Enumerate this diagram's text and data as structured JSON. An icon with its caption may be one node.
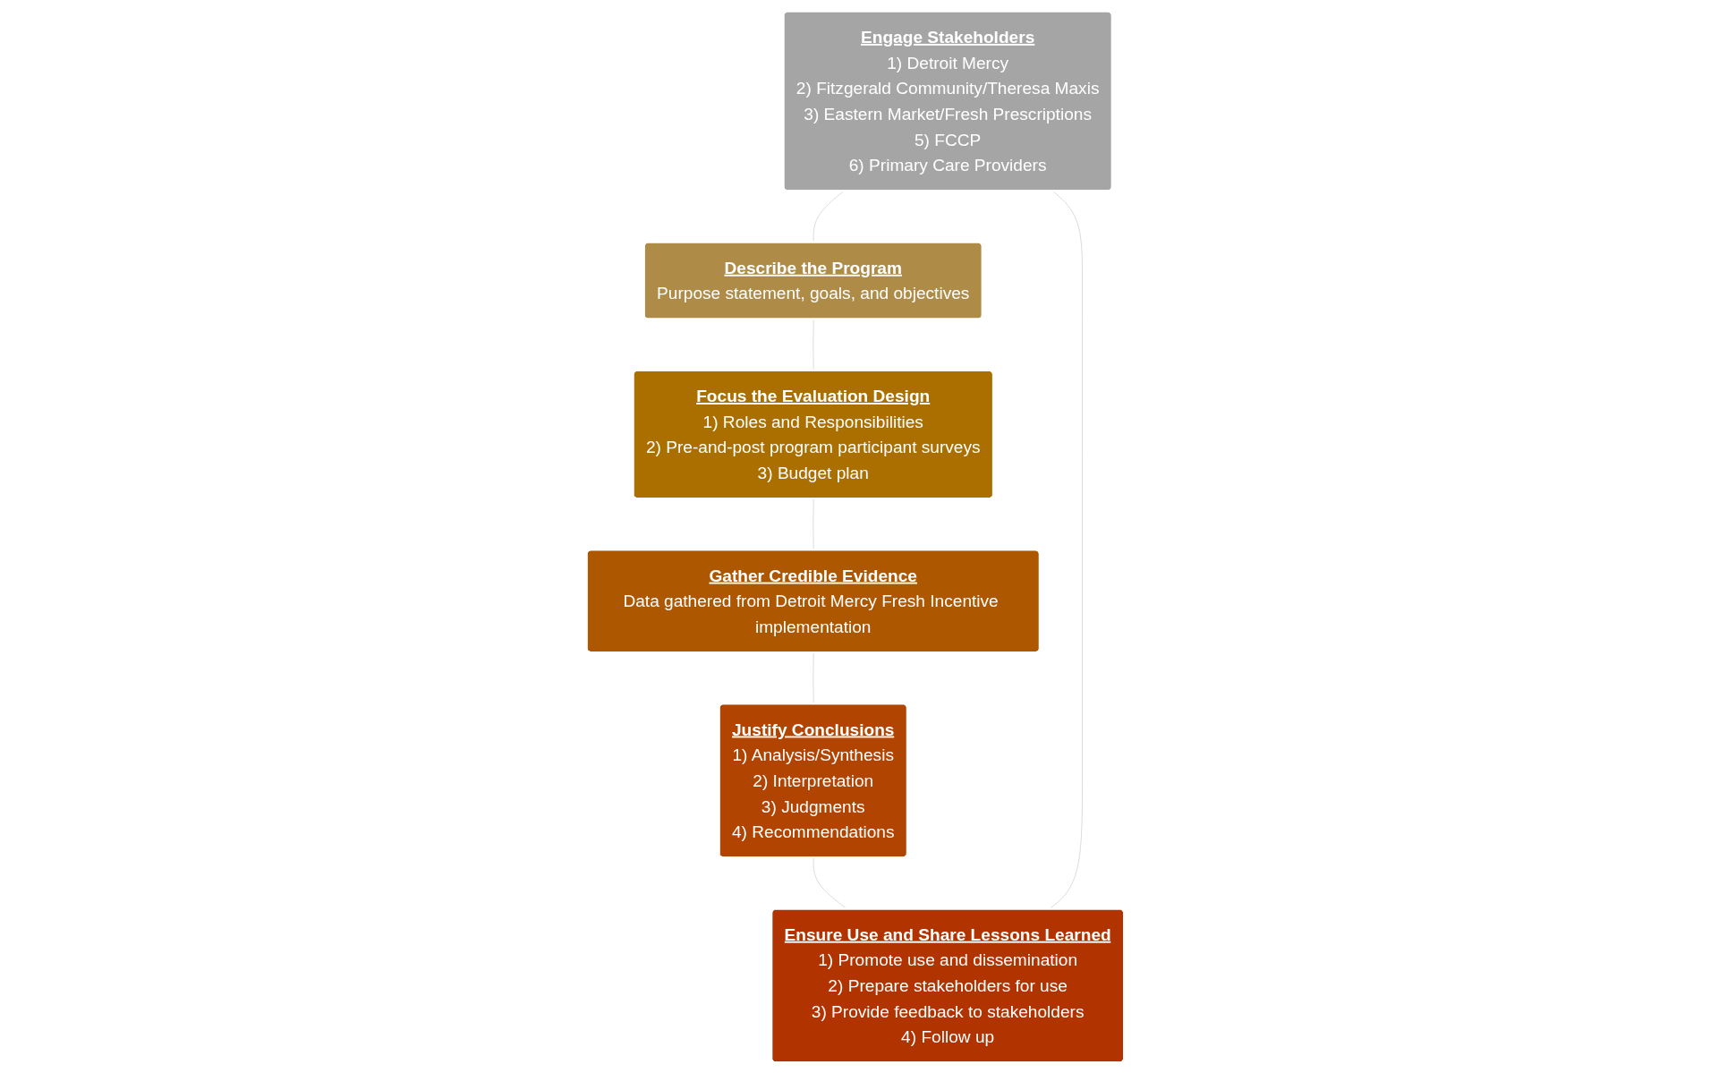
{
  "diagram": {
    "nodes": [
      {
        "text": [
          "Engage Stakeholders",
          "1) Detroit Mercy",
          "2) Fitzgerald Community/Theresa Maxis",
          "3) Eastern Market/Fresh Prescriptions",
          "5) FCCP",
          "6) Primary Care Providers"
        ]
      },
      {
        "text": [
          "Describe the Program",
          "Purpose statement, goals, and objectives"
        ]
      },
      {
        "text": [
          "Focus the Evaluation Design",
          "1) Roles and Responsibilities",
          "2) Pre-and-post program participant surveys",
          "3) Budget plan"
        ]
      },
      {
        "text": [
          "Gather Credible Evidence",
          "Data gathered from Detroit Mercy Fresh Incentive implementation"
        ]
      },
      {
        "text": [
          "Justify Conclusions",
          "1) Analysis/Synthesis",
          "2) Interpretation",
          "3) Judgments",
          "4) Recommendations"
        ]
      },
      {
        "text": [
          "Ensure Use and Share Lessons Learned",
          "1) Promote use and dissemination",
          "2) Prepare stakeholders for use",
          "3) Provide feedback to stakeholders",
          "4) Follow up"
        ]
      }
    ],
    "edges": [
      {
        "from": 0,
        "to": 1,
        "arrow": "none"
      },
      {
        "from": 1,
        "to": 2,
        "arrow": "none"
      },
      {
        "from": 2,
        "to": 3,
        "arrow": "none"
      },
      {
        "from": 3,
        "to": 4,
        "arrow": "none"
      },
      {
        "from": 4,
        "to": 5,
        "arrow": "none"
      },
      {
        "from": 5,
        "to": 0,
        "arrow": "none"
      }
    ]
  }
}
